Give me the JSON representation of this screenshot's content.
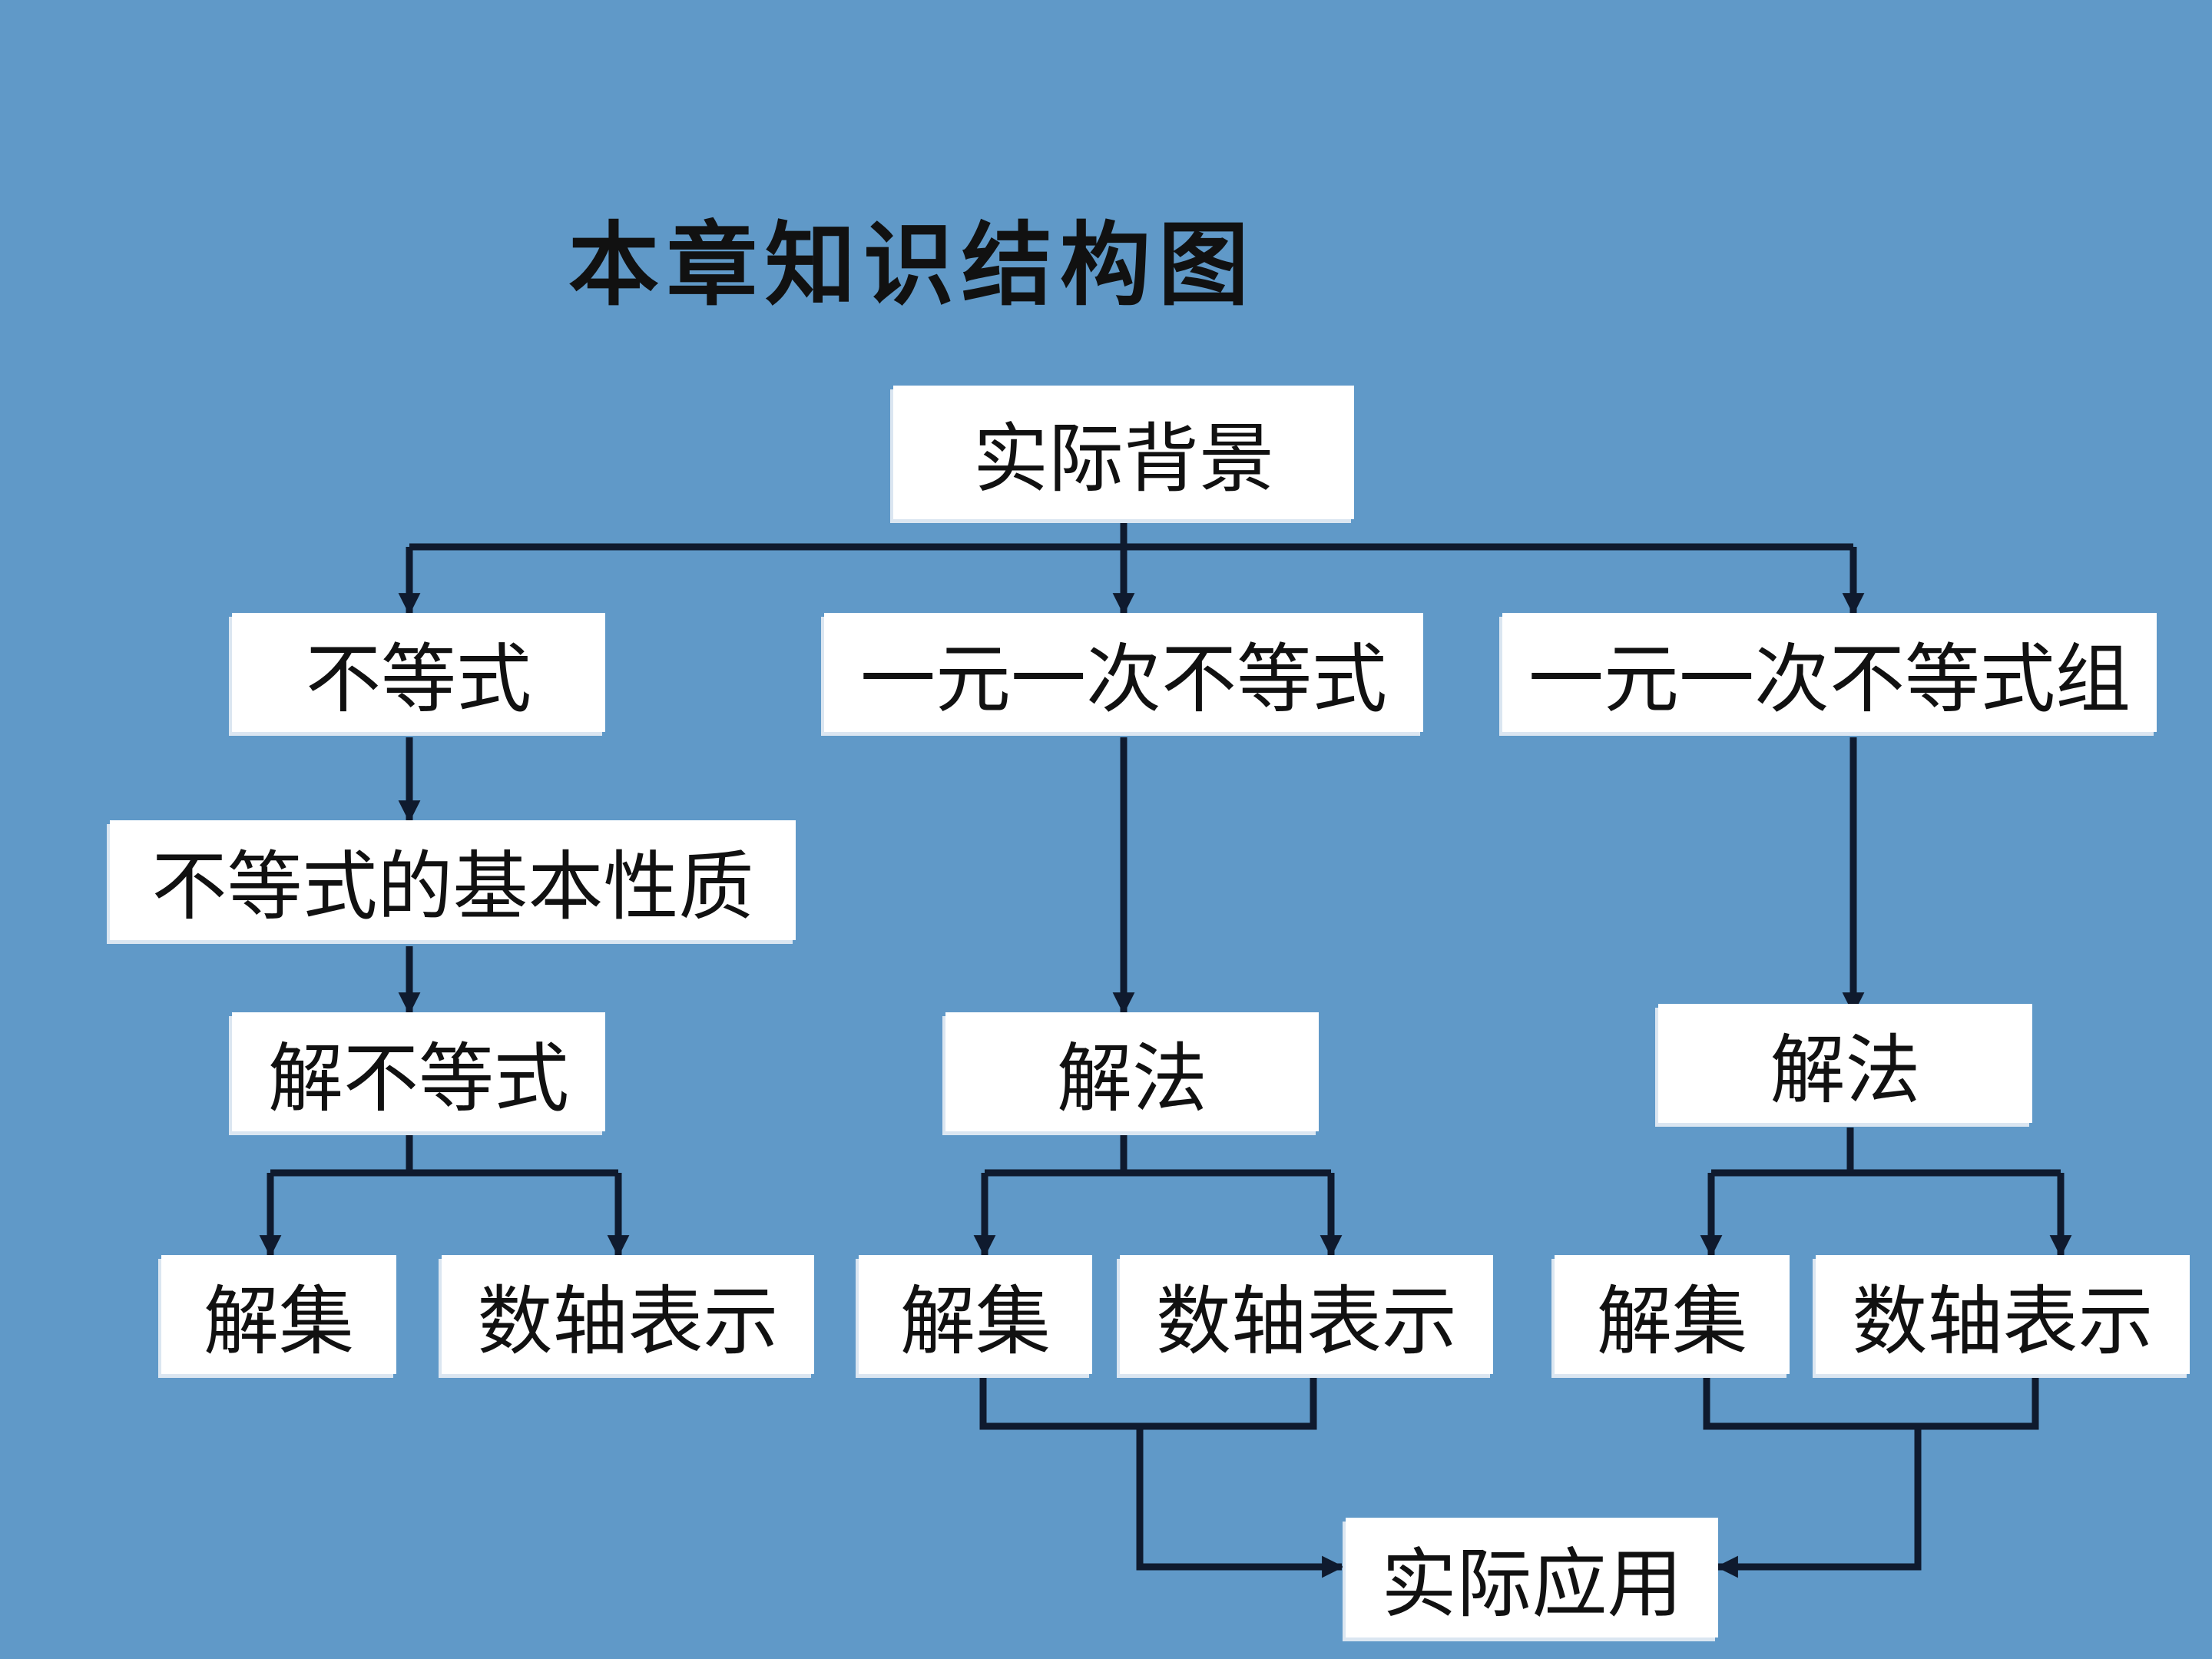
{
  "slide": {
    "title": "本章知识结构图",
    "background_color": "#6099c8",
    "box_color": "#ffffff",
    "line_color": "#0f1a2e"
  },
  "nodes": {
    "background": "实际背景",
    "col1": {
      "head": "不等式",
      "property": "不等式的基本性质",
      "solve": "解不等式",
      "solution_set": "解集",
      "number_line": "数轴表示"
    },
    "col2": {
      "head": "一元一次不等式",
      "method": "解法",
      "solution_set": "解集",
      "number_line": "数轴表示"
    },
    "col3": {
      "head": "一元一次不等式组",
      "method": "解法",
      "solution_set": "解集",
      "number_line": "数轴表示"
    },
    "application": "实际应用"
  }
}
